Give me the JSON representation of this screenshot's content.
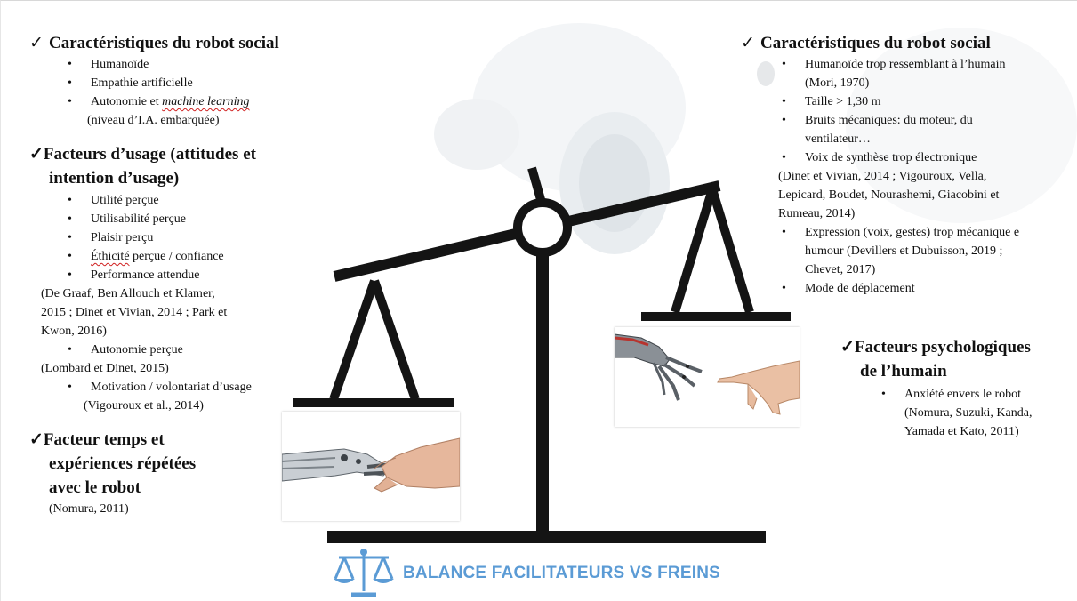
{
  "left": {
    "sections": [
      {
        "title": "Caractéristiques du robot social",
        "items": [
          "Humanoïde",
          "Empathie artificielle"
        ],
        "autonomy_prefix": "Autonomie et ",
        "autonomy_em": "machine learning",
        "autonomy_note": "(niveau d’I.A. embarquée)"
      },
      {
        "title_line1": "Facteurs d’usage (attitudes et",
        "title_line2": "intention d’usage)",
        "items": [
          "Utilité perçue",
          "Utilisabilité perçue",
          "Plaisir perçu"
        ],
        "ethic_word": "Éthicité",
        "ethic_rest": " perçue / confiance",
        "performance": "Performance attendue",
        "cite1_line1": "(De Graaf, Ben Allouch et Klamer,",
        "cite1_line2": "2015 ; Dinet et Vivian, 2014 ; Park et",
        "cite1_line3": "Kwon, 2016)",
        "autonomie": "Autonomie perçue",
        "cite2": "(Lombard et Dinet, 2015)",
        "motivation": "Motivation / volontariat d’usage",
        "cite3": "(Vigouroux et al., 2014)"
      },
      {
        "title_line1": "Facteur temps et",
        "title_line2": "expériences répétées",
        "title_line3": "avec le robot",
        "cite": "(Nomura, 2011)"
      }
    ]
  },
  "right": {
    "section1": {
      "title": "Caractéristiques du robot social",
      "item1_line1": "Humanoïde trop ressemblant à l’humain",
      "item1_line2": "(Mori, 1970)",
      "item2": "Taille > 1,30 m",
      "item3_line1": "Bruits mécaniques: du moteur, du",
      "item3_line2": "ventilateur…",
      "item4": "Voix de synthèse trop électronique",
      "cite_line1": "(Dinet et Vivian, 2014 ; Vigouroux, Vella,",
      "cite_line2": "Lepicard, Boudet, Nourashemi, Giacobini et",
      "cite_line3": "Rumeau, 2014)",
      "item5_line1": "Expression (voix, gestes) trop mécanique e",
      "item5_line2": "humour (Devillers et Dubuisson, 2019 ;",
      "item5_line3": "Chevet, 2017)",
      "item6": "Mode de déplacement"
    },
    "section2": {
      "title_line1": "Facteurs psychologiques",
      "title_line2": "de l’humain",
      "item1": "Anxiété envers le robot",
      "cite_line1": "(Nomura, Suzuki, Kanda,",
      "cite_line2": "Yamada et Kato, 2011)"
    }
  },
  "symbols": {
    "check": "✓",
    "bullet": "•"
  },
  "footer": {
    "title": "BALANCE FACILITATEURS VS FREINS"
  },
  "colors": {
    "scale": "#141414",
    "accent": "#5b9bd5",
    "spellcheck": "#d02020"
  }
}
